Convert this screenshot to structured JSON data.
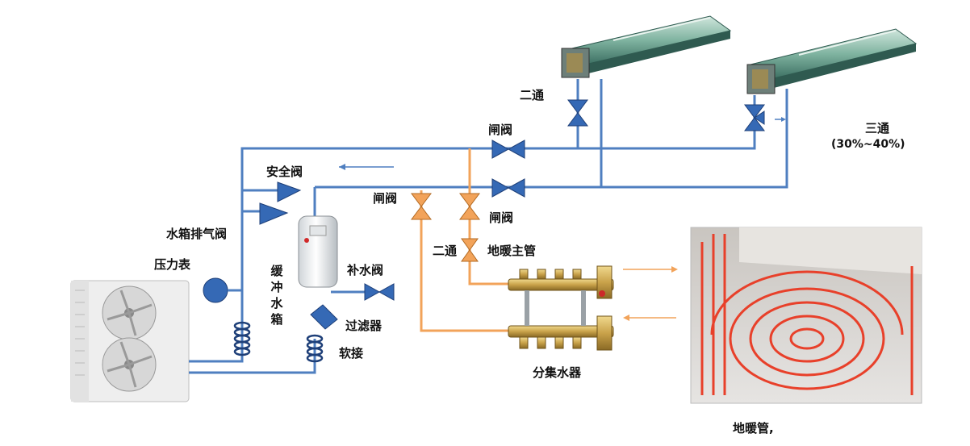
{
  "labels": {
    "two_way_top": "二通",
    "gate_valve_top": "闸阀",
    "three_way": "三通",
    "three_way_pct": "(30%~40%)",
    "safety_valve": "安全阀",
    "gate_valve_left": "闸阀",
    "gate_valve_right": "闸阀",
    "tank_vent_valve": "水箱排气阀",
    "pressure_gauge": "压力表",
    "two_way_bottom": "二通",
    "floor_main_pipe": "地暖主管",
    "buffer_tank": "缓冲水箱",
    "makeup_valve": "补水阀",
    "filter": "过滤器",
    "flex_joint": "软接",
    "manifold": "分集水器",
    "floor_pipe": "地暖管,"
  },
  "colors": {
    "ac_pipe": "#4f7fc0",
    "floor_pipe": "#f2a35a",
    "valve": "#3569b5",
    "radiant_tube": "#e8402a",
    "brass": "#c9a24a"
  }
}
